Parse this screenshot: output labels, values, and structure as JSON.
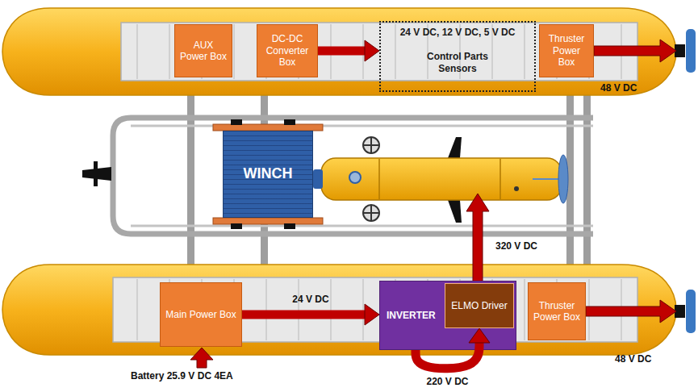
{
  "diagram": {
    "nodes": [
      {
        "text": [
          "AUX Power Box"
        ]
      },
      {
        "text": [
          "DC-DC Converter Box"
        ]
      },
      {
        "text": [
          "24 V DC, 12 V DC, 5 V DC",
          "Control Parts Sensors"
        ]
      },
      {
        "text": [
          "Thruster Power Box"
        ]
      },
      {
        "text": [
          "WINCH"
        ]
      },
      {
        "text": [
          "Main Power Box"
        ]
      },
      {
        "text": [
          "INVERTER"
        ]
      },
      {
        "text": [
          "ELMO Driver"
        ],
        "in": 6
      },
      {
        "text": [
          "Thruster Power Box"
        ]
      }
    ],
    "edges": [
      {
        "from": 1,
        "to": 2,
        "arrow": "to"
      },
      {
        "from": 5,
        "to": 6,
        "label": "24 V DC",
        "arrow": "to"
      },
      {
        "from": 6,
        "to": 7,
        "label": "220 V DC",
        "arrow": "to"
      }
    ],
    "labels": [
      "48 V DC",
      "320 V DC",
      "48 V DC",
      "Battery 25.9 V DC 4EA"
    ]
  }
}
